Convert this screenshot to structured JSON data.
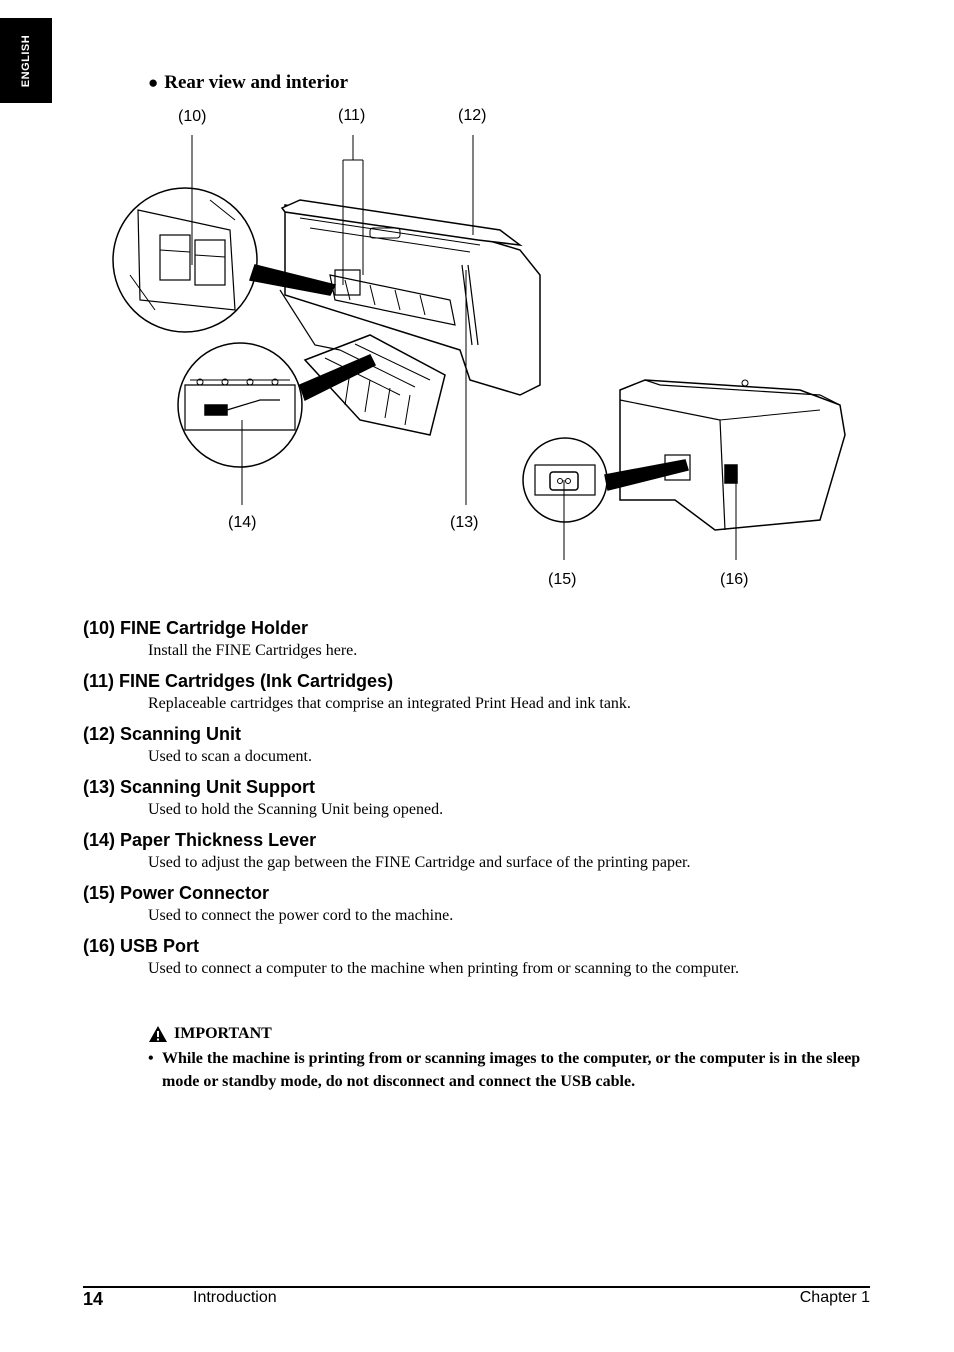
{
  "side_tab": {
    "label": "ENGLISH"
  },
  "section": {
    "bullet": "●",
    "title": "Rear view and interior"
  },
  "figure": {
    "callouts": [
      "(10)",
      "(11)",
      "(12)",
      "(13)",
      "(14)",
      "(15)",
      "(16)"
    ]
  },
  "entries": [
    {
      "title": "(10) FINE Cartridge Holder",
      "desc": "Install the FINE Cartridges here."
    },
    {
      "title": "(11) FINE Cartridges (Ink Cartridges)",
      "desc": "Replaceable cartridges that comprise an integrated Print Head and ink tank."
    },
    {
      "title": "(12) Scanning Unit",
      "desc": "Used to scan a document."
    },
    {
      "title": "(13) Scanning Unit Support",
      "desc": "Used to hold the Scanning Unit being opened."
    },
    {
      "title": "(14) Paper Thickness Lever",
      "desc": "Used to adjust the gap between the FINE Cartridge and surface of the printing paper."
    },
    {
      "title": "(15) Power Connector",
      "desc": "Used to connect the power cord to the machine."
    },
    {
      "title": "(16) USB Port",
      "desc": "Used to connect a computer to the machine when printing from or scanning to the computer."
    }
  ],
  "important": {
    "label": "IMPORTANT",
    "items": [
      "While the machine is printing from or scanning images to the computer, or the computer is in the sleep mode or standby mode, do not disconnect and connect the USB cable."
    ]
  },
  "footer": {
    "page_number": "14",
    "section": "Introduction",
    "chapter": "Chapter 1"
  }
}
